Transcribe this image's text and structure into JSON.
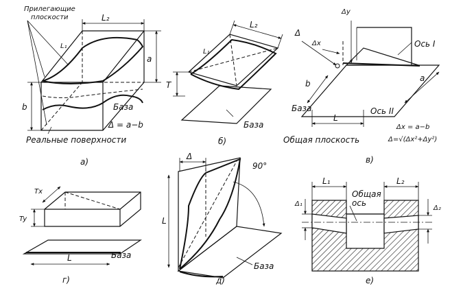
{
  "figures": {
    "a": {
      "caption": "а)",
      "label_adjacent_planes_1": "Прилегающие",
      "label_adjacent_planes_2": "плоскости",
      "label_l1": "L₁",
      "label_l2": "L₂",
      "label_a": "a",
      "label_b": "b",
      "label_base": "База",
      "formula": "Δ = a−b",
      "label_real_surfaces": "Реальные поверхности"
    },
    "b": {
      "caption": "б)",
      "label_l1": "L₁",
      "label_l2": "L₂",
      "label_t": "T",
      "label_base": "База"
    },
    "v": {
      "caption": "в)",
      "label_delta": "Δ",
      "label_dx": "Δx",
      "label_dy": "Δy",
      "label_axis1": "Ось I",
      "label_axis2": "Ось II",
      "label_b": "b",
      "label_a": "a",
      "label_l": "L",
      "label_base": "База",
      "label_common_plane": "Общая плоскость",
      "formula1": "Δx = a−b",
      "formula2": "Δ=√(Δx²+Δy²)"
    },
    "g": {
      "caption": "г)",
      "label_tx": "Tx",
      "label_ty": "Ty",
      "label_l": "L",
      "label_base": "База"
    },
    "d": {
      "caption": "д)",
      "label_delta": "Δ",
      "label_angle": "90°",
      "label_l": "L",
      "label_base": "База"
    },
    "e": {
      "caption": "е)",
      "label_l1": "L₁",
      "label_l2": "L₂",
      "label_common_axis_1": "Общая",
      "label_common_axis_2": "ось",
      "label_d1": "Δ₁",
      "label_d2": "Δ₂"
    }
  }
}
